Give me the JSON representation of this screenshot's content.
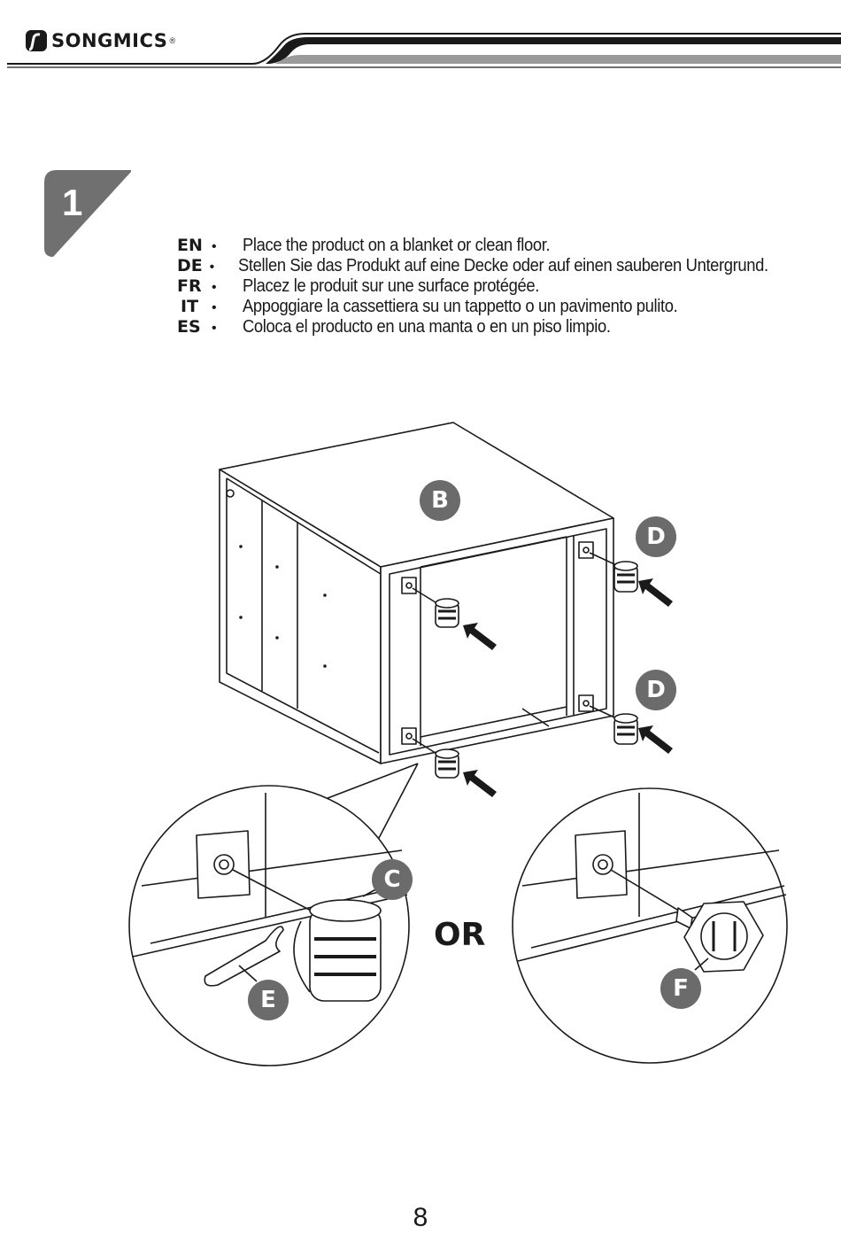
{
  "header": {
    "brand_name": "SONGMICS",
    "brand_reg": "®"
  },
  "step": {
    "number": "1"
  },
  "instructions": [
    {
      "lang": "EN",
      "text": "Place the product on a blanket or clean floor."
    },
    {
      "lang": "DE",
      "text": "Stellen Sie das Produkt auf eine Decke oder auf einen sauberen Untergrund."
    },
    {
      "lang": "FR",
      "text": "Placez le produit sur une surface protégée."
    },
    {
      "lang": "IT",
      "text": "Appoggiare la cassettiera su un tappetto o un pavimento pulito."
    },
    {
      "lang": "ES",
      "text": "Coloca el producto en una manta o en un piso limpio."
    }
  ],
  "callouts": {
    "b": "B",
    "d_top": "D",
    "d_bottom": "D",
    "c": "C",
    "e": "E",
    "f": "F"
  },
  "or_label": "OR",
  "page_number": "8",
  "colors": {
    "callout_fill": "#6b6b6b",
    "badge_fill": "#707070",
    "line": "#1a1a1a"
  }
}
